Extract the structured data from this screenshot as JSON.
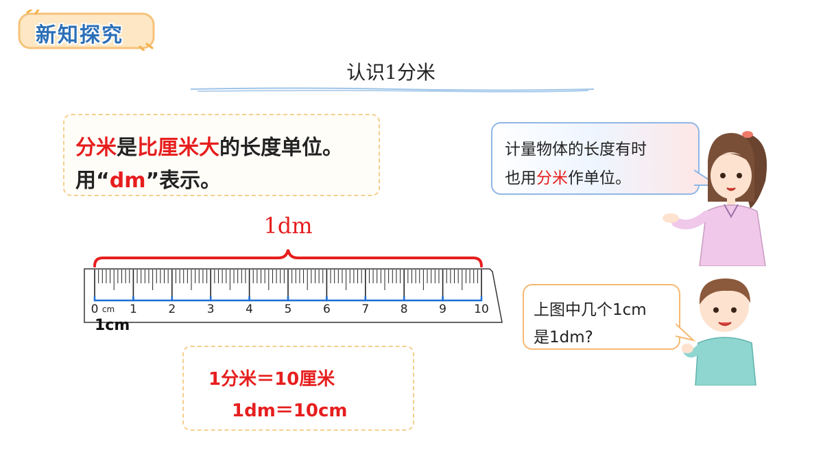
{
  "badge": {
    "label": "新知探究"
  },
  "title": "认识1分米",
  "definition": {
    "line1": [
      {
        "text": "分米",
        "red": true
      },
      {
        "text": "是",
        "red": false
      },
      {
        "text": "比厘米大",
        "red": true
      },
      {
        "text": "的长度单位。",
        "red": false
      }
    ],
    "line2_a": "用“",
    "line2_b": "dm",
    "line2_c": "”表示。"
  },
  "ruler": {
    "span_label": "1dm",
    "unit_mark": "cm",
    "zero": "0",
    "numbers": [
      "1",
      "2",
      "3",
      "4",
      "5",
      "6",
      "7",
      "8",
      "9",
      "10"
    ],
    "cm_label": "1cm"
  },
  "equations": {
    "eq1": "1分米＝10厘米",
    "eq2": "1dm＝10cm"
  },
  "girl_bubble": {
    "line1": "计量物体的长度有时",
    "line2_a": "也用",
    "line2_b": "分米",
    "line2_c": "作单位。"
  },
  "boy_bubble": {
    "line1": "上图中几个1cm",
    "line2": "是1dm?"
  },
  "colors": {
    "accent_red": "#e61e1e",
    "badge_blue": "#2c6fb7",
    "box_border": "#f5cf8d",
    "tick_blue": "#1a6fd6"
  }
}
